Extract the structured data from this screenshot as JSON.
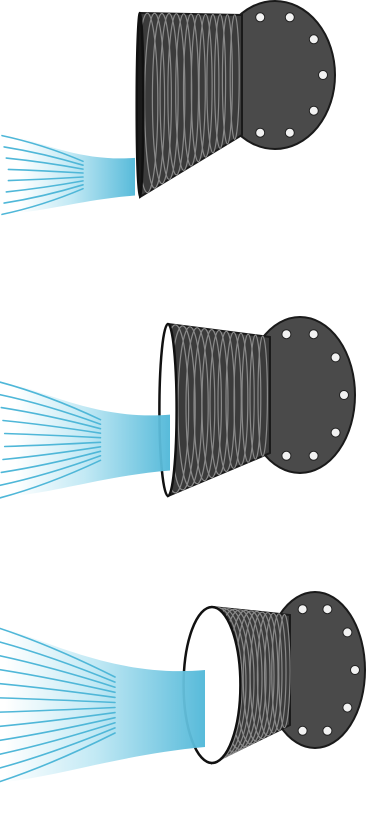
{
  "figure": {
    "colors": {
      "rubber": "#3b3b3b",
      "rubber_dark": "#1a1a1a",
      "rib": "#8a8a8a",
      "flange": "#4a4a4a",
      "bolt_hole": "#f2f2f2",
      "water": "#4fb7d8",
      "water_light": "#bfe8f4",
      "background": "#ffffff"
    },
    "valves": [
      {
        "state": "low-flow",
        "opening_fraction": 0.15,
        "spray_fraction": 0.35
      },
      {
        "state": "medium-flow",
        "opening_fraction": 0.55,
        "spray_fraction": 0.65
      },
      {
        "state": "high-flow",
        "opening_fraction": 1.0,
        "spray_fraction": 1.0
      }
    ],
    "icons": [
      "duckbill-valve-icon",
      "flange-icon",
      "bolt-hole-icon",
      "water-jet-icon"
    ]
  }
}
